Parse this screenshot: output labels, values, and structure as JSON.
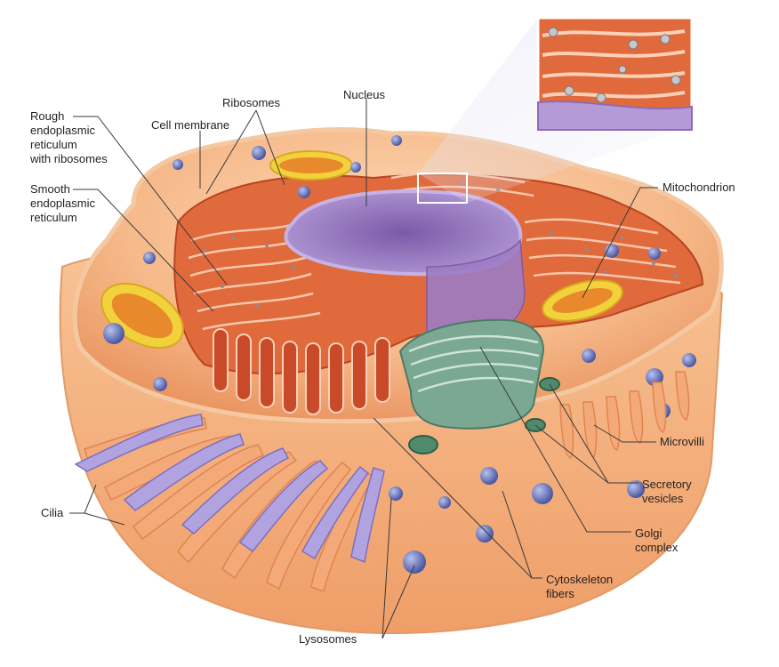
{
  "labels": {
    "rough_er": [
      "Rough",
      "endoplasmic",
      "reticulum",
      "with ribosomes"
    ],
    "smooth_er": [
      "Smooth",
      "endoplasmic",
      "reticulum"
    ],
    "cell_membrane": "Cell membrane",
    "ribosomes": "Ribosomes",
    "nucleus": "Nucleus",
    "mitochondrion": "Mitochondrion",
    "microvilli": "Microvilli",
    "secretory_vesicles": [
      "Secretory",
      "vesicles"
    ],
    "golgi_complex": [
      "Golgi",
      "complex"
    ],
    "cytoskeleton_fibers": [
      "Cytoskeleton",
      "fibers"
    ],
    "lysosomes": "Lysosomes",
    "cilia": "Cilia"
  },
  "colors": {
    "cytoplasm": "#f6b98a",
    "cytoplasm_dark": "#e8915c",
    "membrane": "#f4c9a2",
    "rough_er": "#d9542c",
    "nucleus": "#8e6ab8",
    "golgi": "#6f9a86",
    "mitochondrion_outer": "#f2d23c",
    "mitochondrion_inner": "#e88a2c",
    "cilia": "#a79bd8",
    "vesicle": "#6b76b8",
    "leader_line": "#3a3a3a"
  }
}
